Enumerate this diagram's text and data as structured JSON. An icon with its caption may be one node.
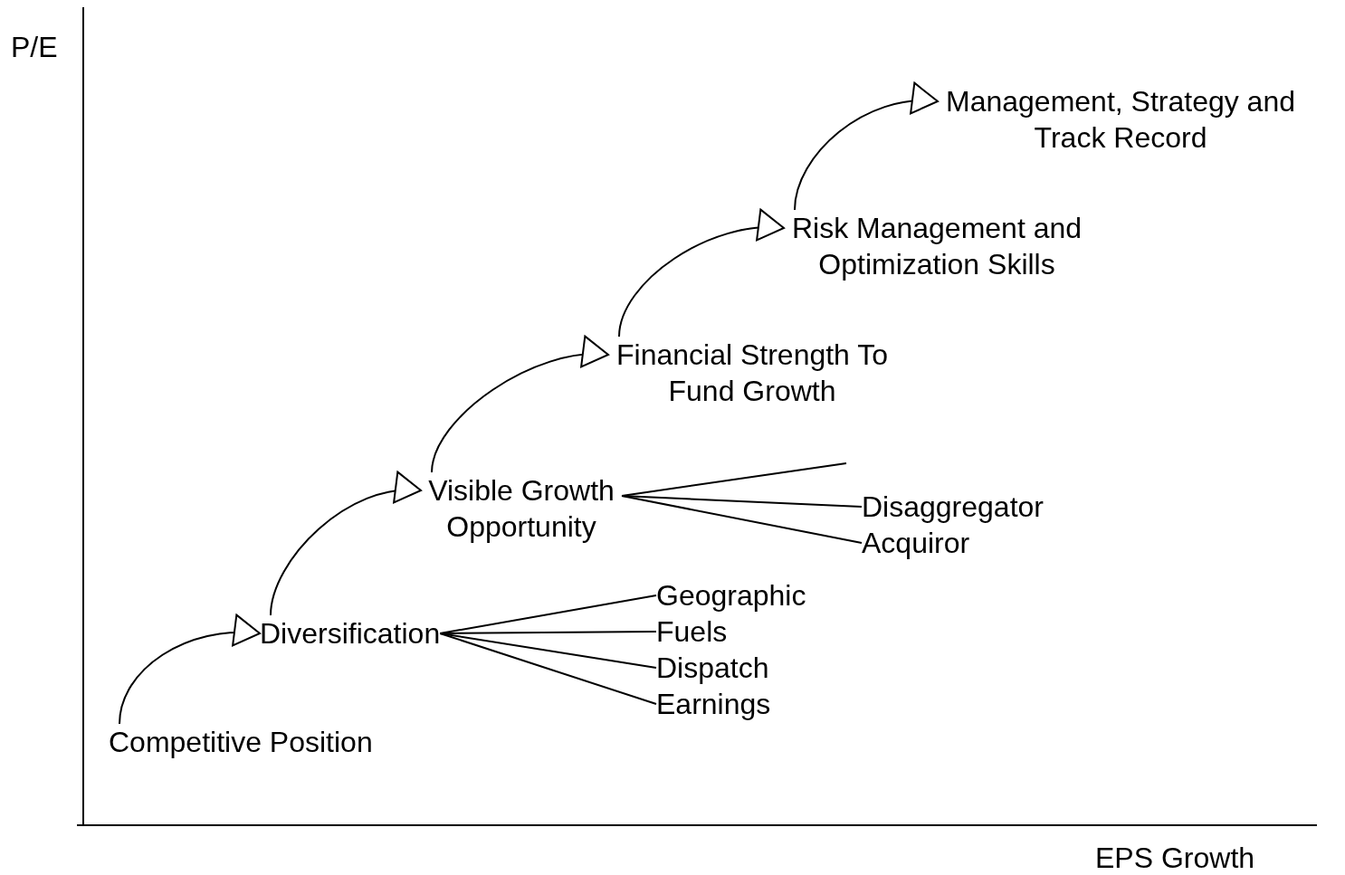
{
  "diagram": {
    "nodes": [
      {
        "text": [
          "Competitive Position"
        ]
      },
      {
        "text": [
          "Diversification"
        ]
      },
      {
        "text": [
          "Visible Growth Opportunity"
        ]
      },
      {
        "text": [
          "Financial Strength To Fund Growth"
        ]
      },
      {
        "text": [
          "Risk Management and Optimization Skills"
        ]
      },
      {
        "text": [
          "Management, Strategy and Track Record"
        ]
      },
      {
        "text": [
          "Geographic"
        ]
      },
      {
        "text": [
          "Fuels"
        ]
      },
      {
        "text": [
          "Dispatch"
        ]
      },
      {
        "text": [
          "Earnings"
        ]
      },
      {
        "text": [
          "Disaggregator"
        ]
      },
      {
        "text": [
          "Acquiror"
        ]
      }
    ],
    "edges": [
      {
        "from": 0,
        "to": 1,
        "arrow": "to"
      },
      {
        "from": 1,
        "to": 2,
        "arrow": "to"
      },
      {
        "from": 2,
        "to": 3,
        "arrow": "to"
      },
      {
        "from": 3,
        "to": 4,
        "arrow": "to"
      },
      {
        "from": 4,
        "to": 5,
        "arrow": "to"
      },
      {
        "from": 6,
        "to": 1,
        "arrow": "none"
      },
      {
        "from": 7,
        "to": 1,
        "arrow": "none"
      },
      {
        "from": 8,
        "to": 1,
        "arrow": "none"
      },
      {
        "from": 9,
        "to": 1,
        "arrow": "none"
      },
      {
        "from": 10,
        "to": 2,
        "arrow": "none"
      },
      {
        "from": 11,
        "to": 2,
        "arrow": "none"
      }
    ],
    "labels": [
      "P/E",
      "EPS Growth"
    ]
  }
}
